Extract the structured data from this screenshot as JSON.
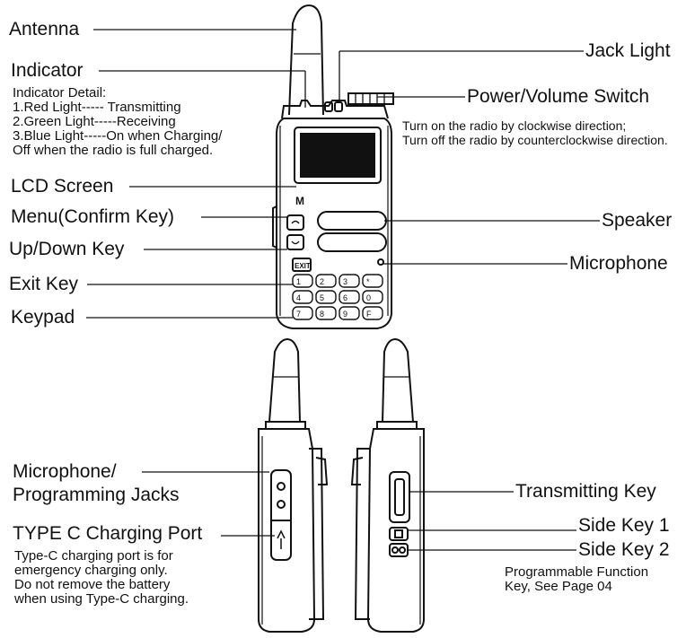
{
  "labels": {
    "antenna": "Antenna",
    "indicator": "Indicator",
    "lcd_screen": "LCD Screen",
    "menu_key": "Menu(Confirm Key)",
    "up_down_key": "Up/Down Key",
    "exit_key": "Exit Key",
    "keypad": "Keypad",
    "jack_light": "Jack Light",
    "power_volume_switch": "Power/Volume Switch",
    "speaker": "Speaker",
    "microphone": "Microphone",
    "mic_jacks_line1": "Microphone/",
    "mic_jacks_line2": "Programming Jacks",
    "typec_port": "TYPE C Charging Port",
    "transmitting_key": "Transmitting Key",
    "side_key_1": "Side Key 1",
    "side_key_2": "Side Key 2"
  },
  "indicator_detail": {
    "heading": "Indicator Detail:",
    "lines": [
      "1.Red Light----- Transmitting",
      "2.Green Light-----Receiving",
      "3.Blue Light-----On when Charging/",
      "Off when the radio is full charged."
    ]
  },
  "power_note": {
    "lines": [
      "Turn on the radio by clockwise direction;",
      "Turn off the radio by counterclockwise direction."
    ]
  },
  "typec_note": {
    "lines": [
      "Type-C charging port is for",
      "emergency charging only.",
      "Do not remove the battery",
      "when using Type-C charging."
    ]
  },
  "side_key_note": {
    "lines": [
      "Programmable Function",
      "Key, See Page 04"
    ]
  },
  "device": {
    "logo": "M",
    "exit_label": "EXIT",
    "keys": [
      "1",
      "2",
      "3",
      "*",
      "4",
      "5",
      "6",
      "0",
      "7",
      "8",
      "9",
      "F"
    ]
  }
}
